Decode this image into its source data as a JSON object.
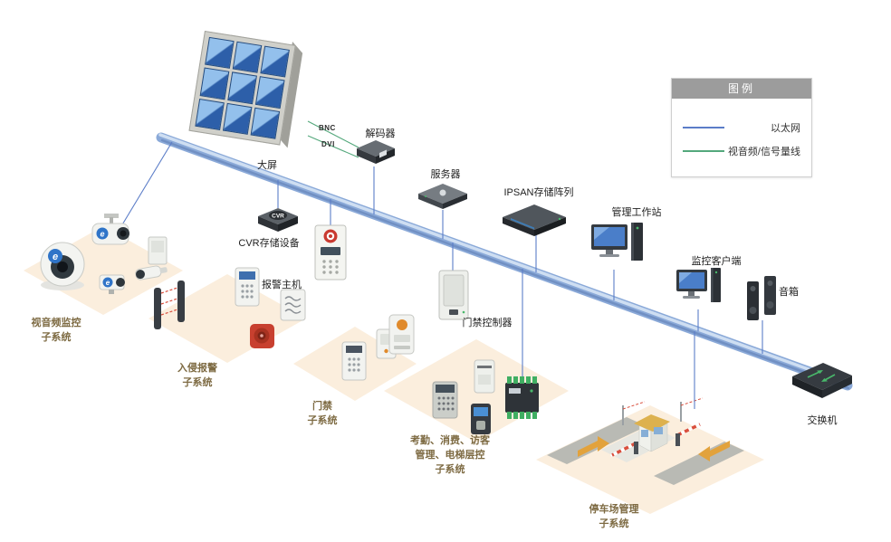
{
  "colors": {
    "ethernet": "#5b7dc8",
    "signal": "#54a87c",
    "bus_core": "#8aa9d8",
    "platform": "#fbeedd",
    "legend_header": "#9c9c9c",
    "siren_red": "#c8402f",
    "arrow_yellow": "#e2a23c"
  },
  "legend": {
    "title": "图例",
    "items": [
      {
        "name": "ethernet",
        "label": "以太网"
      },
      {
        "name": "av-signal",
        "label": "视音频/信号量线"
      }
    ]
  },
  "devices": {
    "video_wall": {
      "label": "大屏"
    },
    "decoder": {
      "label": "解码器"
    },
    "server": {
      "label": "服务器"
    },
    "ipsan": {
      "label": "IPSAN存储阵列"
    },
    "workstation": {
      "label": "管理工作站"
    },
    "monitor_client": {
      "label": "监控客户端"
    },
    "speaker": {
      "label": "音箱"
    },
    "switch": {
      "label": "交换机"
    },
    "cvr": {
      "label": "CVR存储设备",
      "badge": "CVR"
    },
    "alarm_host": {
      "label": "报警主机"
    },
    "access_controller": {
      "label": "门禁控制器"
    }
  },
  "cables": {
    "bnc": "BNC",
    "dvi": "DVI"
  },
  "badges": {
    "e": "e"
  },
  "subsystems": {
    "video_surveillance": {
      "label": "视音频监控\n子系统"
    },
    "intrusion_alarm": {
      "label": "入侵报警\n子系统"
    },
    "access_control": {
      "label": "门禁\n子系统"
    },
    "attendance": {
      "label": "考勤、消费、访客\n管理、电梯层控\n子系统"
    },
    "parking": {
      "label": "停车场管理\n子系统"
    }
  }
}
